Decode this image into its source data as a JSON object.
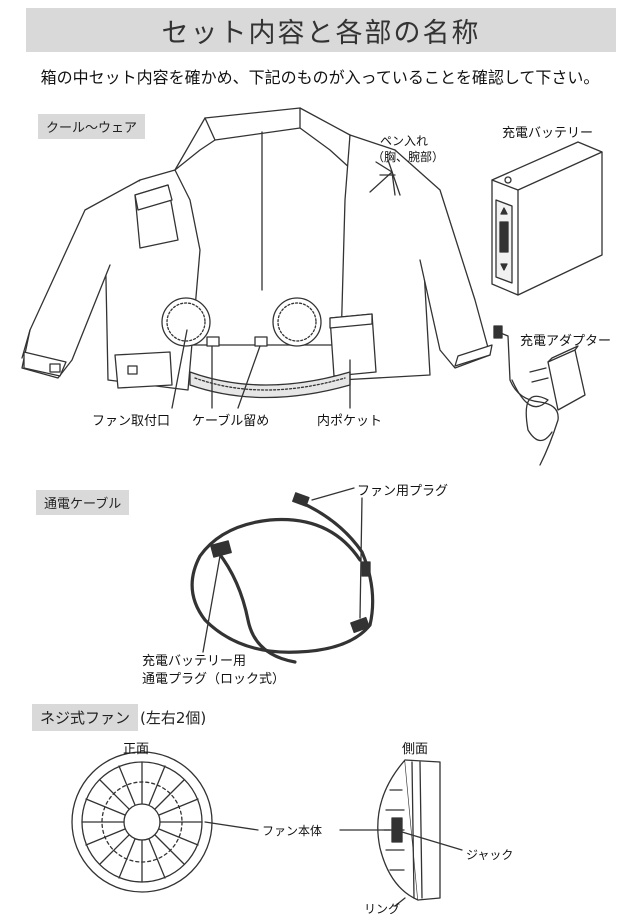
{
  "header": {
    "title": "セット内容と各部の名称",
    "intro": "箱の中セット内容を確かめ、下記のものが入っていることを確認して下さい。"
  },
  "sections": {
    "wear": {
      "label": "クール〜ウェア",
      "parts": {
        "pen": "ペン入れ",
        "pen_sub": "（胸、腕部）",
        "fan_mount": "ファン取付口",
        "cable_clip": "ケーブル留め",
        "inner_pocket": "内ポケット"
      }
    },
    "battery": {
      "label": "充電バッテリー"
    },
    "adapter": {
      "label": "充電アダプター"
    },
    "cable": {
      "label": "通電ケーブル",
      "parts": {
        "fan_plug": "ファン用プラグ",
        "battery_plug_1": "充電バッテリー用",
        "battery_plug_2": "通電プラグ（ロック式）"
      }
    },
    "fan": {
      "label": "ネジ式ファン",
      "label_sub": "(左右2個)",
      "front": "正面",
      "side": "側面",
      "body": "ファン本体",
      "jack": "ジャック",
      "ring": "リング"
    }
  }
}
